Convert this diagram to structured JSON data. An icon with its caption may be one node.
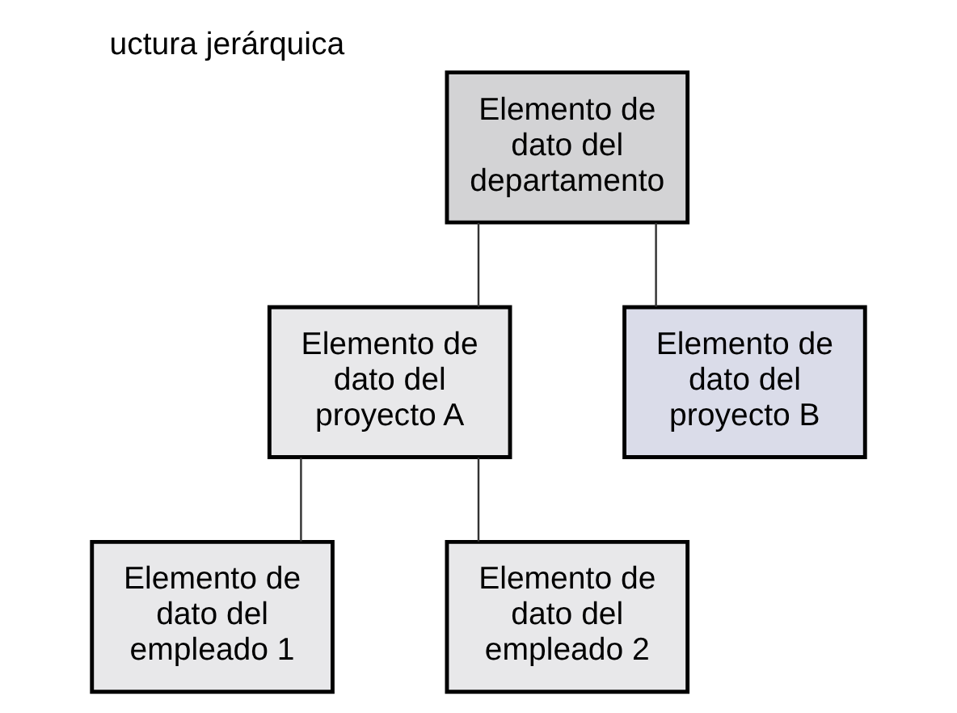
{
  "diagram": {
    "title": "uctura jerárquica",
    "nodes": [
      {
        "text": [
          "Elemento de dato del departamento"
        ]
      },
      {
        "text": [
          "Elemento de dato del proyecto A"
        ]
      },
      {
        "text": [
          "Elemento de dato del proyecto B"
        ]
      },
      {
        "text": [
          "Elemento de dato del empleado 1"
        ]
      },
      {
        "text": [
          "Elemento de dato del empleado 2"
        ]
      }
    ],
    "edges": [
      {
        "from": 0,
        "to": 1,
        "arrow": "none"
      },
      {
        "from": 0,
        "to": 2,
        "arrow": "none"
      },
      {
        "from": 1,
        "to": 3,
        "arrow": "none"
      },
      {
        "from": 1,
        "to": 4,
        "arrow": "none"
      }
    ]
  }
}
